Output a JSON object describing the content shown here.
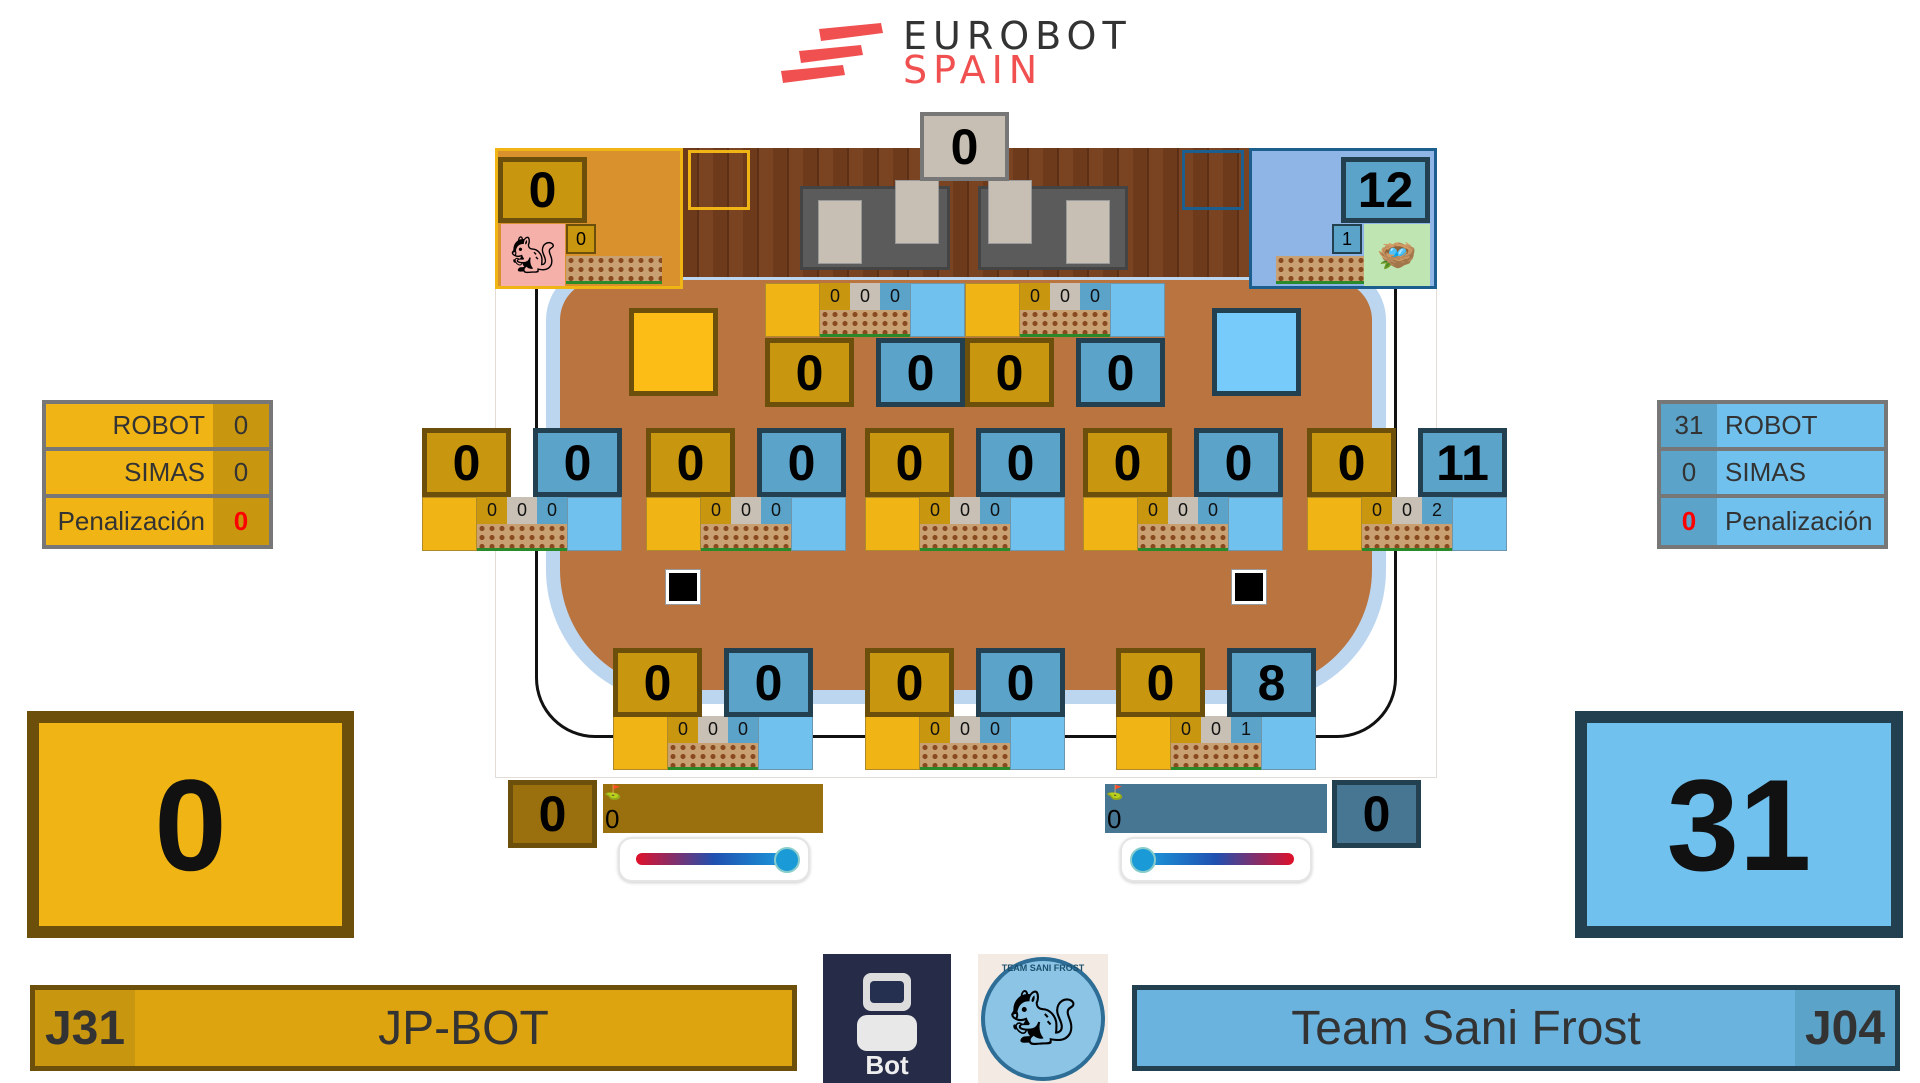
{
  "header": {
    "logo_line1": "EUROBOT",
    "logo_line2": "SPAIN"
  },
  "colors": {
    "yellow": "#f0b515",
    "yellow_dark": "#c8960f",
    "blue": "#70c1ee",
    "blue_dark": "#5ba3c9",
    "penalty": "#ff0000",
    "logo_red": "#f05050"
  },
  "field": {
    "center_top_score": "0",
    "yellow_nest": {
      "score": "0",
      "count": "0"
    },
    "blue_nest": {
      "score": "12",
      "count": "1"
    },
    "row_top": [
      {
        "gold": "0",
        "blue": "0",
        "counts": [
          "0",
          "0",
          "0"
        ]
      },
      {
        "gold": "0",
        "blue": "0",
        "counts": [
          "0",
          "0",
          "0"
        ]
      }
    ],
    "row_middle": [
      {
        "gold": "0",
        "blue": "0",
        "counts": [
          "0",
          "0",
          "0"
        ]
      },
      {
        "gold": "0",
        "blue": "0",
        "counts": [
          "0",
          "0",
          "0"
        ]
      },
      {
        "gold": "0",
        "blue": "0",
        "counts": [
          "0",
          "0",
          "0"
        ]
      },
      {
        "gold": "0",
        "blue": "0",
        "counts": [
          "0",
          "0",
          "0"
        ]
      },
      {
        "gold": "0",
        "blue": "11",
        "counts": [
          "0",
          "0",
          "2"
        ]
      }
    ],
    "row_bottom": [
      {
        "gold": "0",
        "blue": "0",
        "counts": [
          "0",
          "0",
          "0"
        ]
      },
      {
        "gold": "0",
        "blue": "0",
        "counts": [
          "0",
          "0",
          "0"
        ]
      },
      {
        "gold": "0",
        "blue": "8",
        "counts": [
          "0",
          "0",
          "1"
        ]
      }
    ]
  },
  "yellow": {
    "stats": [
      {
        "label": "ROBOT",
        "value": "0"
      },
      {
        "label": "SIMAS",
        "value": "0"
      },
      {
        "label": "Penalización",
        "value": "0"
      }
    ],
    "total": "0",
    "bottom_score": "0",
    "bar_value": "0",
    "thermometer_level": 0.85,
    "team_id": "J31",
    "team_name": "JP-BOT",
    "logo_text": "Bot"
  },
  "blue": {
    "stats": [
      {
        "label": "ROBOT",
        "value": "31"
      },
      {
        "label": "SIMAS",
        "value": "0"
      },
      {
        "label": "Penalización",
        "value": "0"
      }
    ],
    "total": "31",
    "bottom_score": "0",
    "bar_value": "0",
    "thermometer_level": 0.85,
    "team_id": "J04",
    "team_name": "Team Sani Frost",
    "logo_text": "TEAM SANI FROST"
  }
}
